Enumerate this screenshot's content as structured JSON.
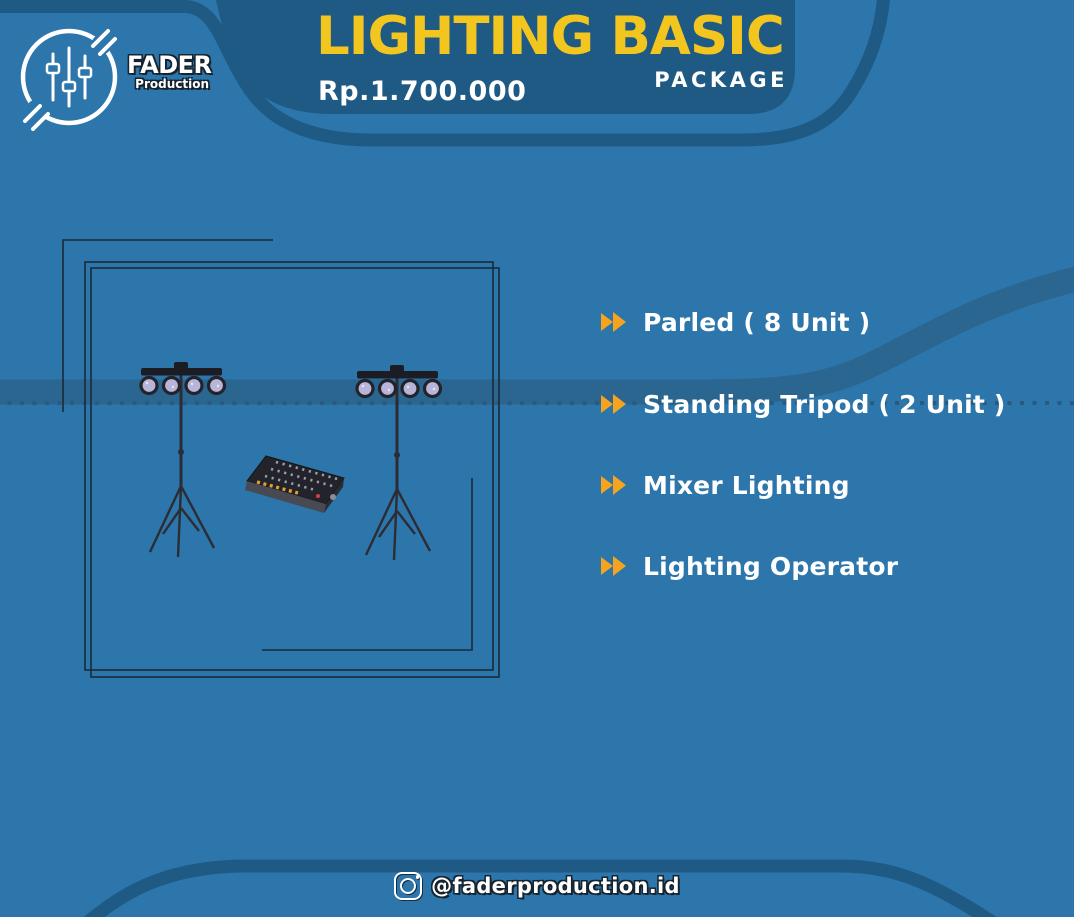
{
  "colors": {
    "bg": "#2C76AC",
    "dark": "#1E5A84",
    "band": "#2A6690",
    "dotted": "#2A5B7E",
    "yellow": "#F3C51F",
    "orange": "#F6A41F",
    "white": "#FFFFFF",
    "ink": "#16242F"
  },
  "brand": {
    "name": "FADER",
    "subtitle": "Production"
  },
  "header": {
    "title": "LIGHTING BASIC",
    "package_label": "PACKAGE",
    "price": "Rp.1.700.000"
  },
  "package_items": [
    {
      "label": "Parled ( 8 Unit )"
    },
    {
      "label": "Standing Tripod ( 2 Unit )"
    },
    {
      "label": "Mixer Lighting"
    },
    {
      "label": "Lighting Operator"
    }
  ],
  "footer": {
    "instagram_handle": "@faderproduction.id"
  }
}
